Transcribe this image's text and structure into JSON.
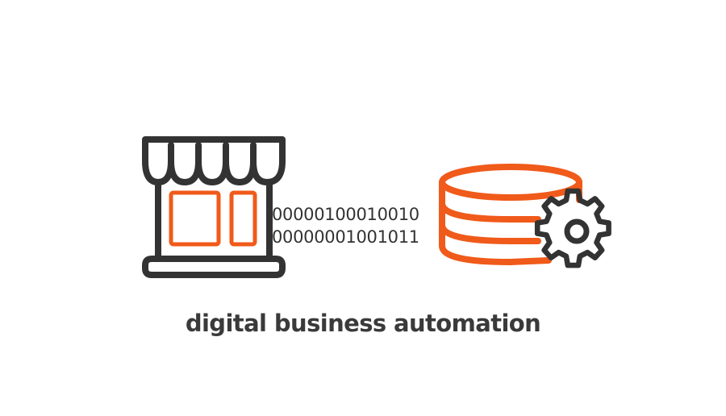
{
  "caption": "digital business automation",
  "binary_stream": {
    "line_1": "00000100010010",
    "line_2": "00000001001011"
  },
  "icons": {
    "store": "storefront-icon",
    "database": "database-icon",
    "gear": "gear-icon"
  },
  "colors": {
    "outline_dark": "#333333",
    "accent_orange": "#f05a1a",
    "background": "#ffffff"
  }
}
